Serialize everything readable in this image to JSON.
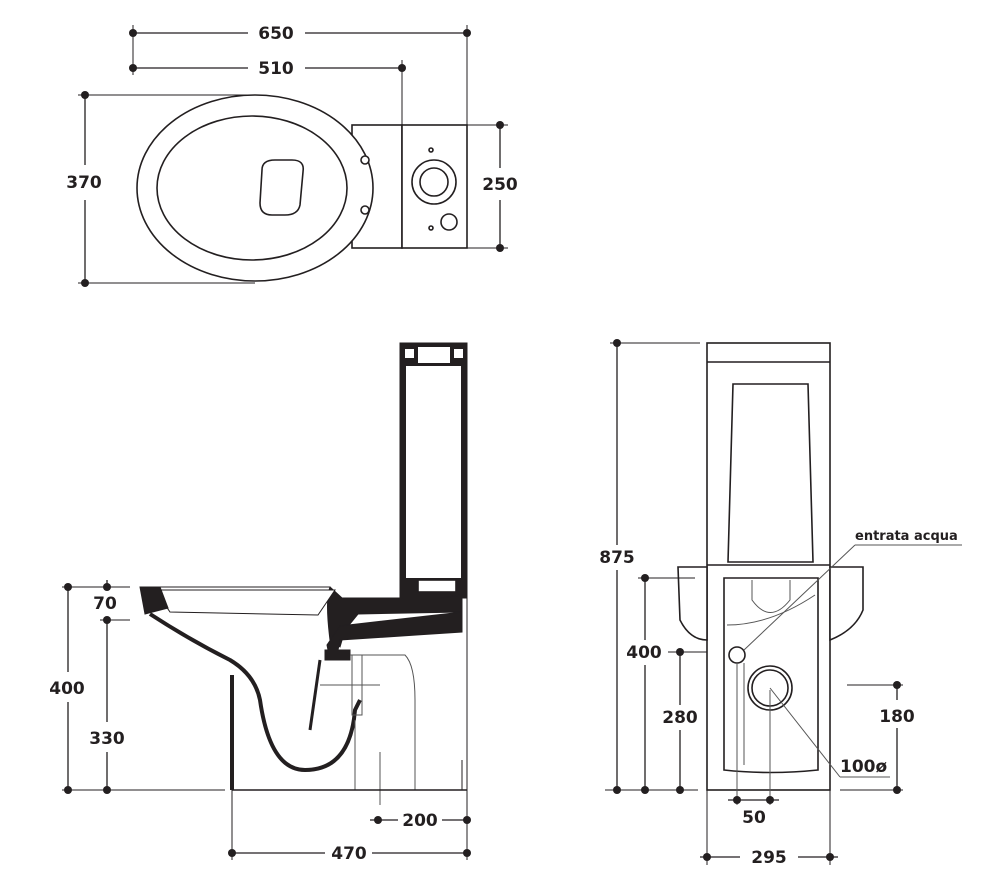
{
  "top_view": {
    "overall_length": "650",
    "bowl_to_tank": "510",
    "bowl_width": "370",
    "tank_depth": "250"
  },
  "side_view": {
    "rim_thickness": "70",
    "total_height": "400",
    "seat_height": "330",
    "outlet_distance": "200",
    "base_length": "470"
  },
  "front_view": {
    "total_height": "875",
    "bowl_height": "400",
    "inlet_height": "280",
    "outlet_height": "180",
    "inlet_offset": "50",
    "base_width": "295",
    "water_inlet_label": "entrata acqua",
    "outlet_diameter": "100ø"
  }
}
